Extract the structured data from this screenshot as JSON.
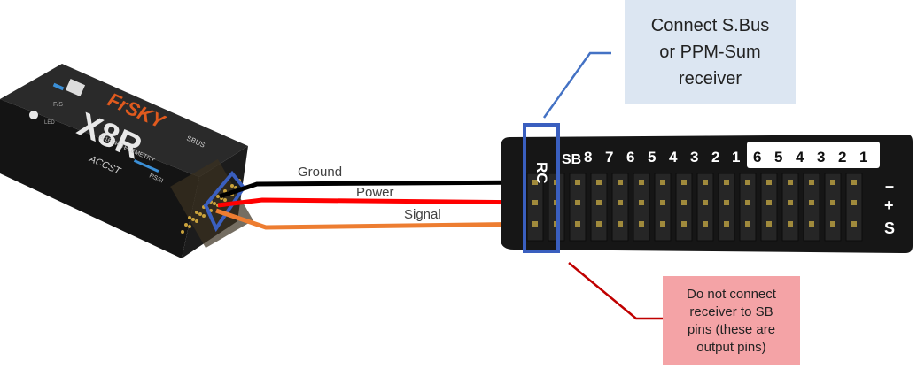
{
  "receiver": {
    "brand": "FrSKY",
    "model": "X8R",
    "subtitle": "8/16CH TELEMETRY",
    "tech": "ACCST",
    "sbus_label": "SBUS",
    "rssi_label": "RSSI",
    "fs_label": "F/S",
    "led_label": "LED"
  },
  "wires": [
    {
      "label": "Ground",
      "color": "#000000"
    },
    {
      "label": "Power",
      "color": "#ff0000"
    },
    {
      "label": "Signal",
      "color": "#ed7d31"
    }
  ],
  "rail": {
    "rc_label": "RC",
    "sb_label": "SB",
    "input_pins": [
      "8",
      "7",
      "6",
      "5",
      "4",
      "3",
      "2",
      "1"
    ],
    "output_pins": [
      "6",
      "5",
      "4",
      "3",
      "2",
      "1"
    ],
    "row_labels": [
      "–",
      "+",
      "S"
    ]
  },
  "callouts": {
    "sbus": "Connect S.Bus\nor PPM-Sum\nreceiver",
    "warning": "Do not connect\nreceiver to SB\npins (these are\noutput pins)"
  },
  "colors": {
    "highlight": "#3a5fbf",
    "callout_blue": "#dce6f2",
    "callout_red": "#f4a3a6",
    "leader_red": "#c00000",
    "leader_blue": "#4472c4"
  }
}
